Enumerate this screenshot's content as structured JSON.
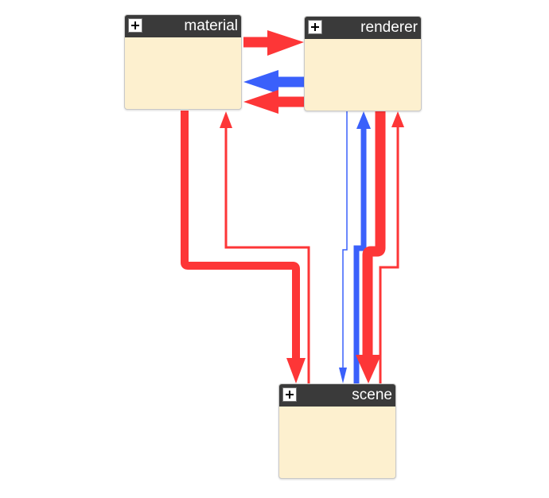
{
  "colors": {
    "red": "#fd3637",
    "blue": "#3a60fb",
    "node_fill": "#fdf0cf",
    "node_header": "#3a3a3a"
  },
  "nodes": {
    "material": {
      "title": "material",
      "icon": "plus-icon"
    },
    "renderer": {
      "title": "renderer",
      "icon": "plus-icon"
    },
    "scene": {
      "title": "scene",
      "icon": "plus-icon"
    }
  },
  "edges": [
    {
      "from": "material",
      "to": "renderer",
      "color": "red",
      "weight": "heavy"
    },
    {
      "from": "renderer",
      "to": "material",
      "color": "blue",
      "weight": "heavy"
    },
    {
      "from": "renderer",
      "to": "material",
      "color": "red",
      "weight": "heavy"
    },
    {
      "from": "material",
      "to": "scene",
      "color": "red",
      "weight": "heavy"
    },
    {
      "from": "scene",
      "to": "material",
      "color": "red",
      "weight": "light"
    },
    {
      "from": "renderer",
      "to": "scene",
      "color": "blue",
      "weight": "light"
    },
    {
      "from": "scene",
      "to": "renderer",
      "color": "blue",
      "weight": "heavy"
    },
    {
      "from": "renderer",
      "to": "scene",
      "color": "red",
      "weight": "heavy"
    },
    {
      "from": "scene",
      "to": "renderer",
      "color": "red",
      "weight": "light"
    }
  ]
}
